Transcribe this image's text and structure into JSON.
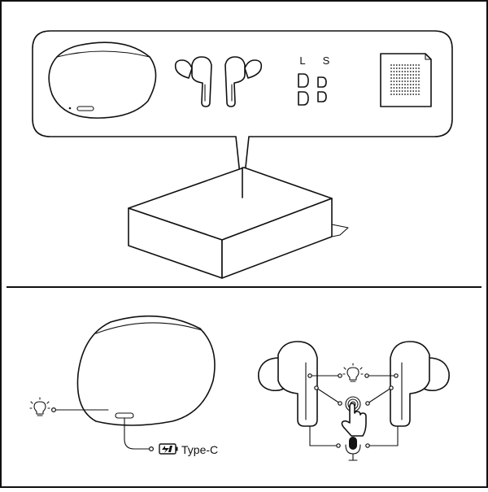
{
  "frame": {
    "border_color": "#111111",
    "background": "#ffffff"
  },
  "package_contents": {
    "items": [
      {
        "icon": "charging-case-icon"
      },
      {
        "icon": "earbuds-icon"
      },
      {
        "icon": "ear-tips-icon",
        "size_labels": [
          "L",
          "S"
        ]
      },
      {
        "icon": "user-manual-icon"
      }
    ],
    "size_label_l": "L",
    "size_label_s": "S"
  },
  "product_box": {
    "icon": "product-box-icon"
  },
  "case_diagram": {
    "indicator_icon": "light-bulb-icon",
    "port_battery_icon": "battery-charging-icon",
    "port_label": "Type-C"
  },
  "earbuds_diagram": {
    "indicator_icon": "light-bulb-icon",
    "touch_icon": "touch-control-icon",
    "mic_icon": "microphone-icon"
  }
}
